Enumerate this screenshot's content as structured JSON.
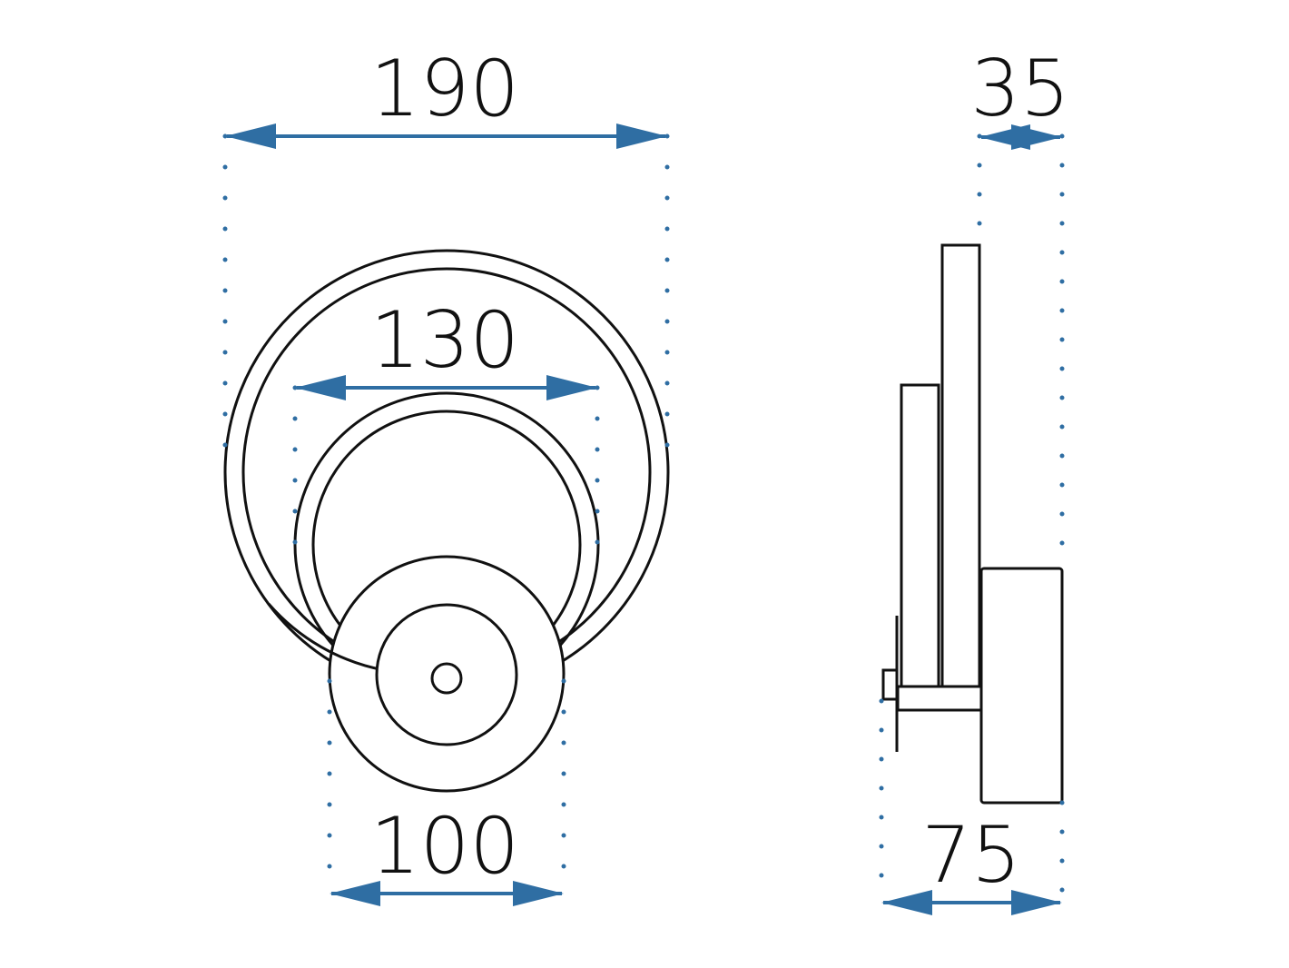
{
  "colors": {
    "line": "#111111",
    "dimension": "#2f6ea3",
    "background": "#ffffff"
  },
  "front_view": {
    "dim_overall_width": "190",
    "dim_inner_ring_width": "130",
    "dim_base_width": "100"
  },
  "side_view": {
    "dim_ring_depth": "35",
    "dim_overall_depth": "75"
  }
}
